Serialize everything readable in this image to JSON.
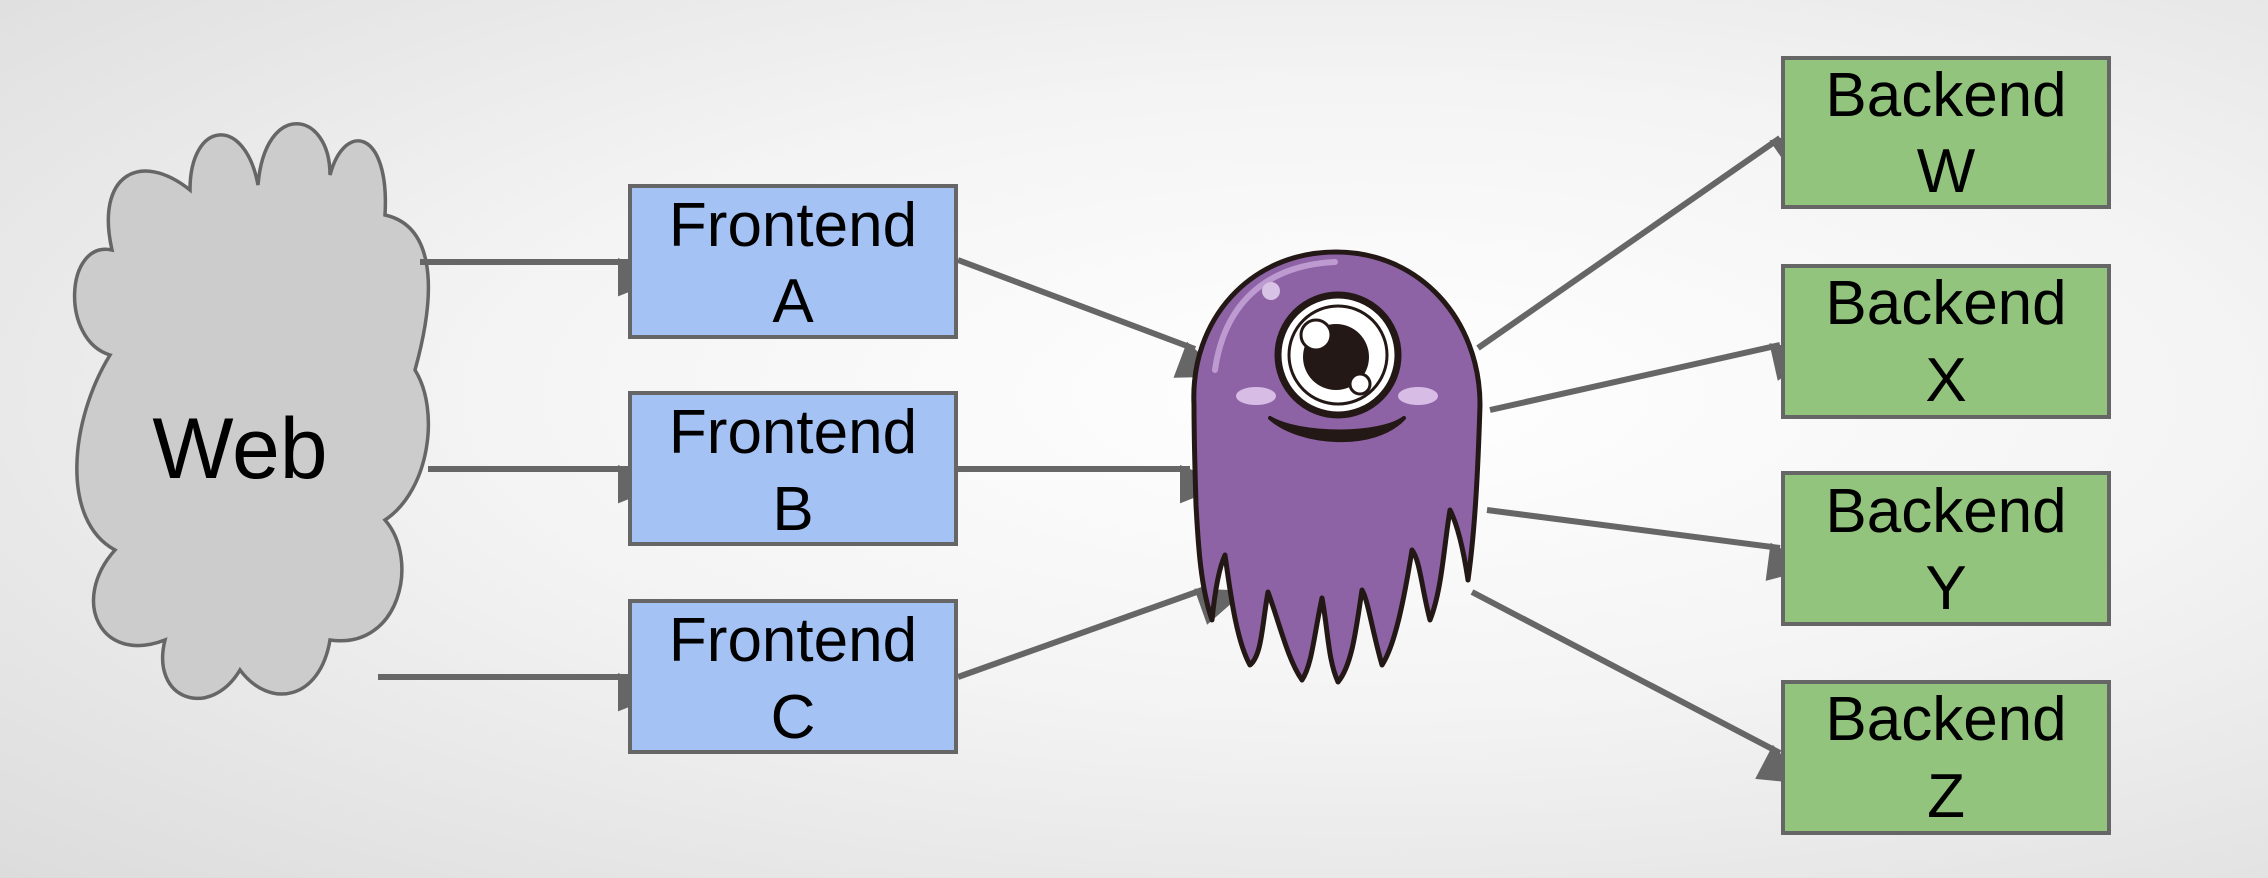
{
  "cloud": {
    "label": "Web",
    "fill": "#cccccc",
    "stroke": "#666666"
  },
  "frontends": [
    {
      "line1": "Frontend",
      "line2": "A"
    },
    {
      "line1": "Frontend",
      "line2": "B"
    },
    {
      "line1": "Frontend",
      "line2": "C"
    }
  ],
  "backends": [
    {
      "line1": "Backend",
      "line2": "W"
    },
    {
      "line1": "Backend",
      "line2": "X"
    },
    {
      "line1": "Backend",
      "line2": "Y"
    },
    {
      "line1": "Backend",
      "line2": "Z"
    }
  ],
  "colors": {
    "frontend_fill": "#a4c2f4",
    "backend_fill": "#93c47d",
    "box_stroke": "#666666",
    "arrow": "#666666",
    "mascot_body": "#8e63a6",
    "mascot_outline": "#231815"
  },
  "mascot": {
    "icon": "purple-octopus-mascot-icon"
  }
}
